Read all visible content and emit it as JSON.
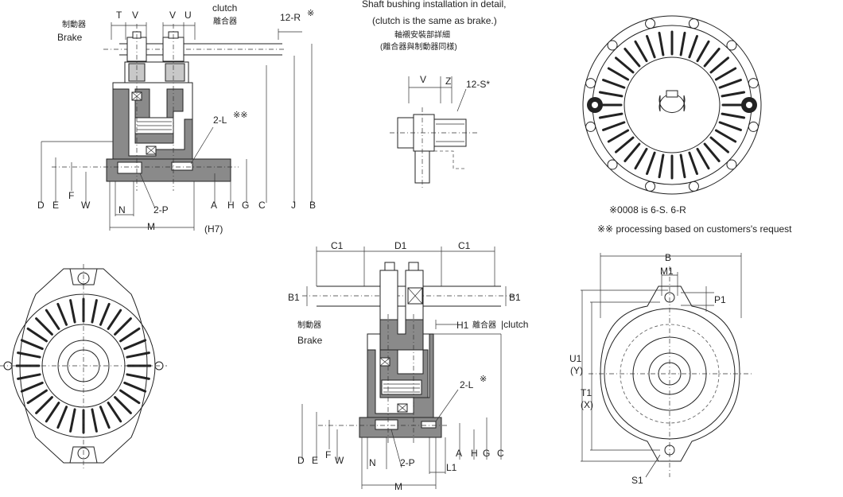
{
  "top_view": {
    "label_brake_cn": "制動器",
    "label_brake": "Brake",
    "label_clutch": "clutch",
    "label_clutch_cn": "離合器",
    "dim_t": "T",
    "dim_v1": "V",
    "dim_v2": "V",
    "dim_u": "U",
    "dim_12r": "12-R",
    "mark_12r": "※",
    "dim_2l": "2-L",
    "mark_2l": "※※",
    "dim_d": "D",
    "dim_e": "E",
    "dim_f": "F",
    "dim_w": "W",
    "dim_n": "N",
    "dim_2p": "2-P",
    "dim_a": "A",
    "dim_h": "H",
    "dim_g": "G",
    "dim_c": "C",
    "dim_j": "J",
    "dim_b": "B",
    "dim_m": "M",
    "dim_h7": "(H7)"
  },
  "bushing_detail": {
    "title_line1": "Shaft bushing installation in detail,",
    "title_line2": "(clutch is the same as brake.)",
    "title_cn1": "軸襯安裝部詳細",
    "title_cn2": "(離合器與制動器同樣)",
    "dim_v": "V",
    "dim_z": "Z",
    "dim_12s": "12-S*"
  },
  "notes": {
    "note1": "※0008 is  6-S. 6-R",
    "note2": "※※ processing based on customers's request"
  },
  "bottom_center": {
    "dim_c1_left": "C1",
    "dim_d1": "D1",
    "dim_c1_right": "C1",
    "dim_b1_left": "B1",
    "dim_b1_right": "B1",
    "dim_h1": "H1",
    "label_clutch_cn": "離合器",
    "label_clutch": "|clutch",
    "label_brake_cn": "制動器",
    "label_brake": "Brake",
    "dim_2l": "2-L",
    "mark_2l": "※",
    "dim_d": "D",
    "dim_e": "E",
    "dim_f": "F",
    "dim_w": "W",
    "dim_n": "N",
    "dim_2p": "2-P",
    "dim_a": "A",
    "dim_l1": "L1",
    "dim_h": "H",
    "dim_g": "G",
    "dim_c": "C",
    "dim_m": "M"
  },
  "right_bottom": {
    "dim_b": "B",
    "dim_m1": "M1",
    "dim_p1": "P1",
    "dim_u1": "U1",
    "dim_y": "(Y)",
    "dim_t1": "T1",
    "dim_x": "(X)",
    "dim_s1": "S1"
  }
}
